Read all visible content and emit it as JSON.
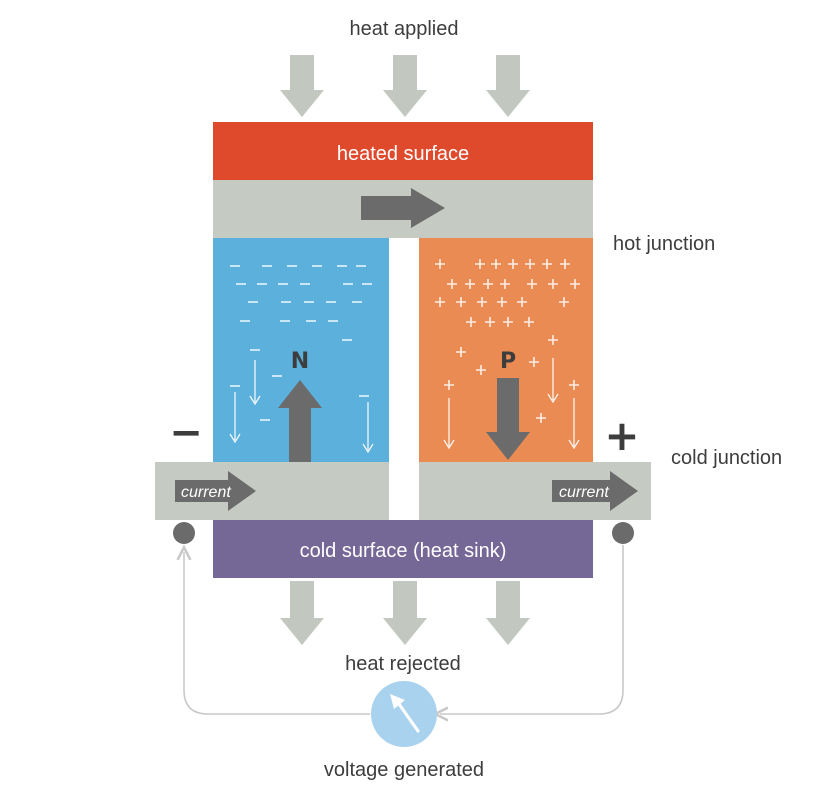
{
  "labels": {
    "heat_applied": "heat applied",
    "heated_surface": "heated surface",
    "hot_junction": "hot junction",
    "cold_junction": "cold junction",
    "cold_surface": "cold surface (heat sink)",
    "heat_rejected": "heat rejected",
    "voltage_generated": "voltage generated",
    "current_left": "current",
    "current_right": "current",
    "n_type": "N",
    "p_type": "P",
    "minus": "−",
    "plus": "+"
  },
  "colors": {
    "heated_surface": "#e04a2c",
    "junction_gray": "#c5cbc2",
    "n_blue": "#5bb0dc",
    "p_orange": "#e98b53",
    "cold_surface": "#756896",
    "dark_arrow": "#6b6b6b",
    "heat_arrow": "#c2c8bf",
    "voltmeter": "#a8d2ee",
    "wire": "#c8c8c8",
    "terminal": "#6b6b6b"
  },
  "icons": {
    "heat_flow": "down-arrow-icon",
    "current_flow": "right-arrow-icon",
    "voltmeter": "gauge-needle-icon"
  }
}
